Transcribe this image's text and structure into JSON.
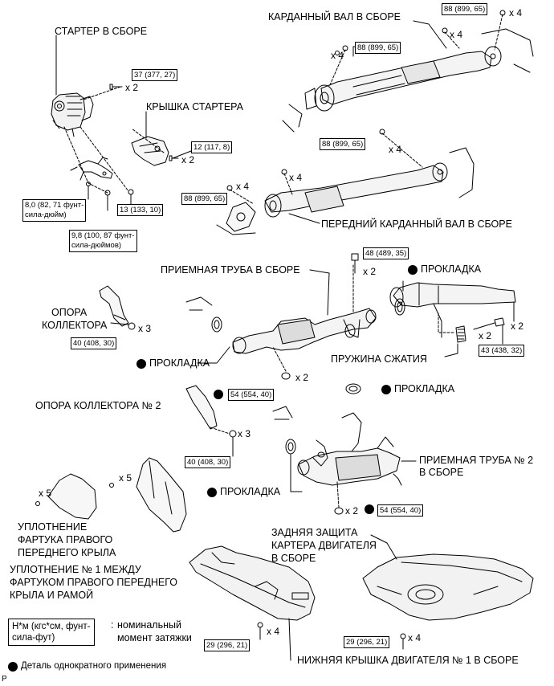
{
  "labels": {
    "starter": "СТАРТЕР В СБОРЕ",
    "starter_cover": "КРЫШКА СТАРТЕРА",
    "propeller_shaft": "КАРДАННЫЙ ВАЛ В СБОРЕ",
    "front_propeller_shaft": "ПЕРЕДНИЙ КАРДАННЫЙ ВАЛ В СБОРЕ",
    "front_pipe": "ПРИЕМНАЯ ТРУБА В СБОРЕ",
    "manifold_stay_1": "ОПОРА",
    "manifold_stay_2": "КОЛЛЕКТОРА",
    "gasket": "ПРОКЛАДКА",
    "compression_spring": "ПРУЖИНА СЖАТИЯ",
    "manifold_stay_no2": "ОПОРА КОЛЛЕКТОРА № 2",
    "front_pipe_no2_1": "ПРИЕМНАЯ ТРУБА № 2",
    "front_pipe_no2_2": "В СБОРЕ",
    "fender_seal_1": "УПЛОТНЕНИЕ",
    "fender_seal_2": "ФАРТУКА ПРАВОГО",
    "fender_seal_3": "ПЕРЕДНЕГО КРЫЛА",
    "fender_seal_no1_1": "УПЛОТНЕНИЕ № 1 МЕЖДУ",
    "fender_seal_no1_2": "ФАРТУКОМ ПРАВОГО ПЕРЕДНЕГО",
    "fender_seal_no1_3": "КРЫЛА И РАМОЙ",
    "rear_engine_cover_1": "ЗАДНЯЯ ЗАЩИТА",
    "rear_engine_cover_2": "КАРТЕРА ДВИГАТЕЛЯ",
    "rear_engine_cover_3": "В СБОРЕ",
    "engine_under_cover_no1": "НИЖНЯЯ КРЫШКА ДВИГАТЕЛЯ № 1 В СБОРЕ"
  },
  "torques": {
    "t37": "37 (377, 27)",
    "t12": "12 (117, 8)",
    "t13": "13 (133, 10)",
    "t8_1": "8,0 (82, 71 фунт-",
    "t8_2": "сила-дюйм)",
    "t98_1": "9,8 (100, 87 фунт-",
    "t98_2": "сила-дюймов)",
    "t88": "88 (899, 65)",
    "t48": "48 (489, 35)",
    "t43": "43 (438, 32)",
    "t40": "40 (408, 30)",
    "t54": "54 (554, 40)",
    "t29": "29 (296, 21)"
  },
  "qty": {
    "x2": "x 2",
    "x3": "x 3",
    "x4": "x 4",
    "x5": "x 5"
  },
  "legend": {
    "unit_1": "Н*м (кгс*см, фунт-",
    "unit_2": "сила-фут)",
    "colon": ":",
    "torque_1": "номинальный",
    "torque_2": "момент затяжки",
    "non_reusable": "Деталь однократного применения",
    "corner": "P"
  }
}
